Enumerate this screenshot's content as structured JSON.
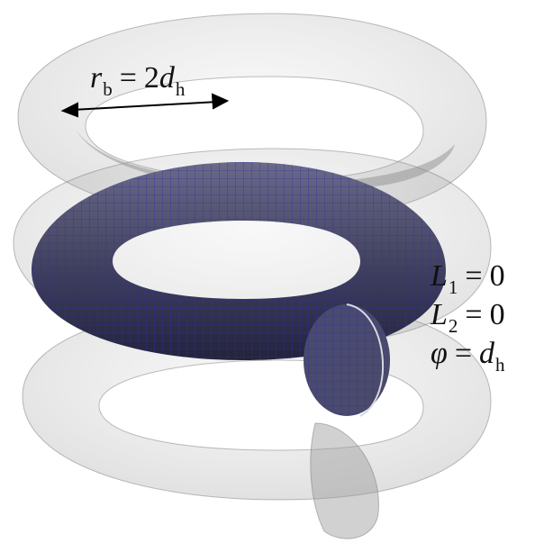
{
  "annotation": {
    "symbol": "r",
    "subscript": "b",
    "operator": "=",
    "rhs_coef": "2",
    "rhs_symbol": "d",
    "rhs_subscript": "h"
  },
  "parameters": [
    {
      "symbol": "L",
      "subscript": "1",
      "operator": "=",
      "value": "0",
      "value_subscript": ""
    },
    {
      "symbol": "L",
      "subscript": "2",
      "operator": "=",
      "value": "0",
      "value_subscript": ""
    },
    {
      "symbol": "φ",
      "subscript": "",
      "operator": "=",
      "value": "d",
      "value_subscript": "h"
    }
  ],
  "colors": {
    "ghost_fill": "#a9a9a9",
    "ghost_edge": "#6f6f6f",
    "torus_fill": "#3a3a55",
    "mesh_line": "#2e2ea8",
    "arrow": "#000000"
  }
}
